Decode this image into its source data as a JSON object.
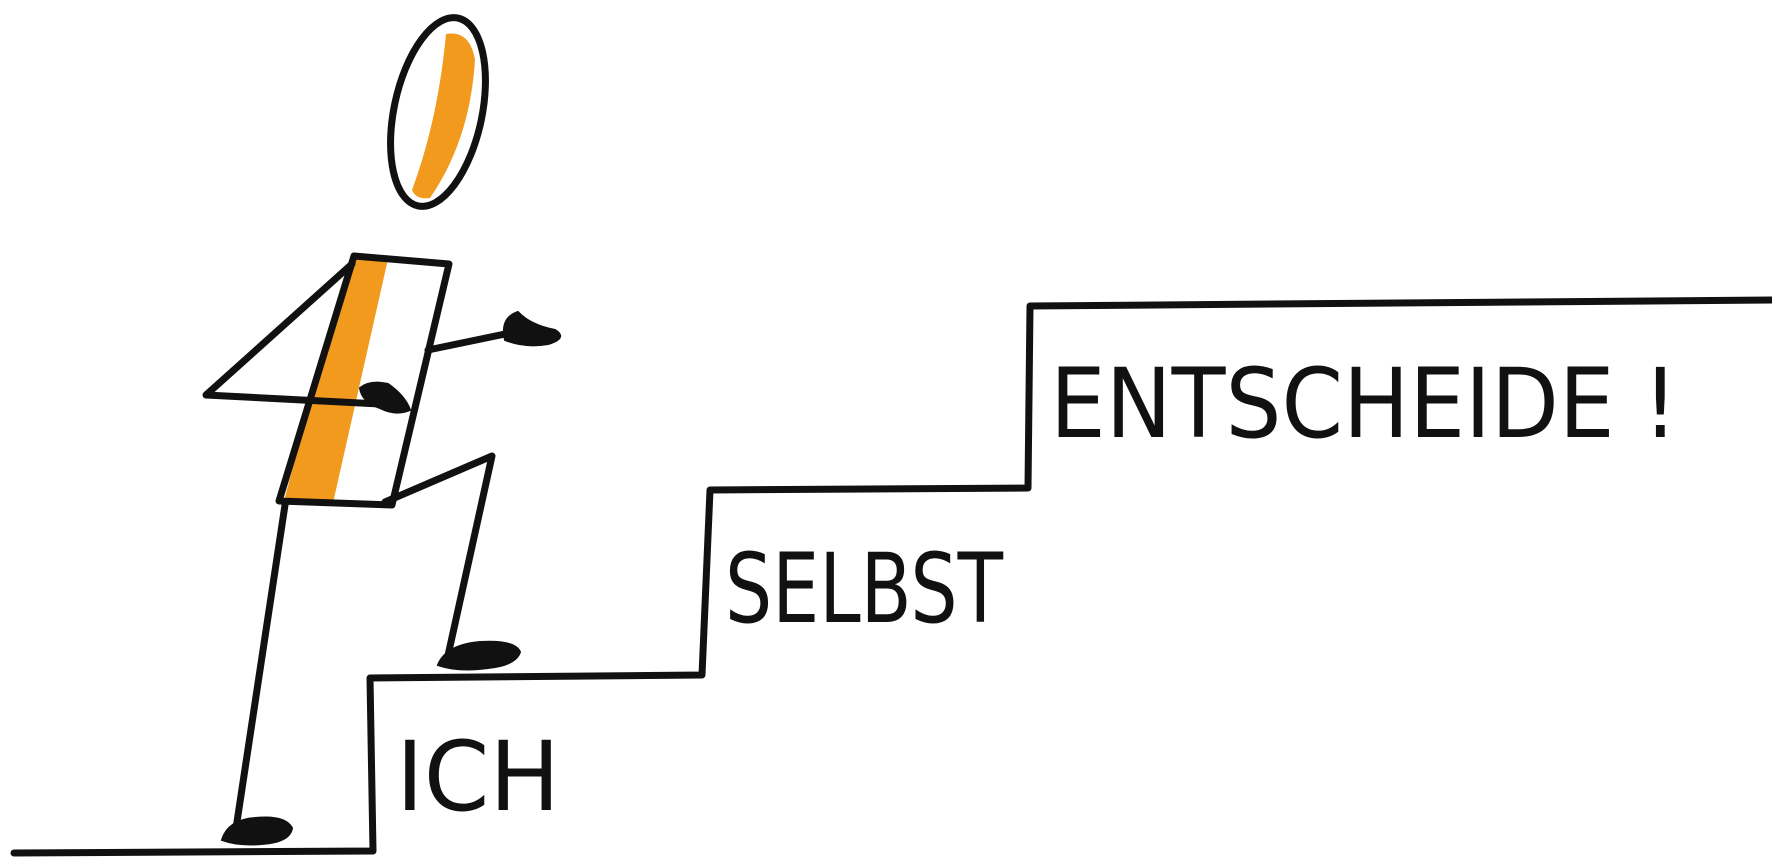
{
  "steps": {
    "step1": "ICH",
    "step2": "SELBST",
    "step3": "ENTSCHEIDE !"
  },
  "colors": {
    "ink": "#111111",
    "accent": "#F29A1E",
    "background": "#ffffff"
  },
  "figure": {
    "icon": "climbing-stick-figure-icon"
  }
}
